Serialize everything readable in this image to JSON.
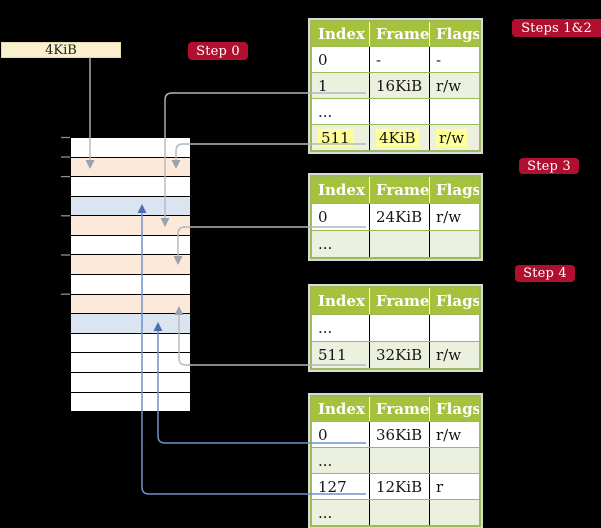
{
  "colors": {
    "background": "#000000",
    "table_header_green": "#a5c13e",
    "table_row_green": "#ebf1de",
    "table_border_olive": "#9bbb59",
    "memory_row_peach": "#fde9d9",
    "memory_row_blue": "#dbe5f1",
    "legend_cream": "#fbf0ce",
    "badge_red": "#b00f2f",
    "highlight_yellow": "#ffff99",
    "gray_arrow": "#b4b8bc",
    "blue_arrow": "#6f92c8"
  },
  "legend_box": {
    "label": "4KiB"
  },
  "badges": {
    "step0": "Step 0",
    "steps12": "Steps 1&2",
    "step3": "Step 3",
    "step4": "Step 4"
  },
  "memory_column": {
    "rows": [
      "white",
      "peach",
      "white",
      "blue",
      "peach",
      "white",
      "peach",
      "white",
      "peach",
      "blue",
      "white",
      "white",
      "white",
      "white"
    ]
  },
  "tables": [
    {
      "name": "page-table-steps-1-2",
      "columns": [
        "Index",
        "Frame",
        "Flags"
      ],
      "rows": [
        {
          "index": "0",
          "frame": "-",
          "flags": "-",
          "shaded": false,
          "highlighted": false
        },
        {
          "index": "1",
          "frame": "16KiB",
          "flags": "r/w",
          "shaded": true,
          "highlighted": false
        },
        {
          "index": "...",
          "frame": "",
          "flags": "",
          "shaded": false,
          "highlighted": false
        },
        {
          "index": "511",
          "frame": "4KiB",
          "flags": "r/w",
          "shaded": true,
          "highlighted": true
        }
      ]
    },
    {
      "name": "page-table-step-3",
      "columns": [
        "Index",
        "Frame",
        "Flags"
      ],
      "rows": [
        {
          "index": "0",
          "frame": "24KiB",
          "flags": "r/w",
          "shaded": false,
          "highlighted": false
        },
        {
          "index": "...",
          "frame": "",
          "flags": "",
          "shaded": true,
          "highlighted": false
        }
      ]
    },
    {
      "name": "page-table-step-4",
      "columns": [
        "Index",
        "Frame",
        "Flags"
      ],
      "rows": [
        {
          "index": "...",
          "frame": "",
          "flags": "",
          "shaded": false,
          "highlighted": false
        },
        {
          "index": "511",
          "frame": "32KiB",
          "flags": "r/w",
          "shaded": true,
          "highlighted": false
        }
      ]
    },
    {
      "name": "page-table-final",
      "columns": [
        "Index",
        "Frame",
        "Flags"
      ],
      "rows": [
        {
          "index": "0",
          "frame": "36KiB",
          "flags": "r/w",
          "shaded": false,
          "highlighted": false
        },
        {
          "index": "...",
          "frame": "",
          "flags": "",
          "shaded": true,
          "highlighted": false
        },
        {
          "index": "127",
          "frame": "12KiB",
          "flags": "r",
          "shaded": false,
          "highlighted": false
        },
        {
          "index": "...",
          "frame": "",
          "flags": "",
          "shaded": true,
          "highlighted": false
        }
      ]
    }
  ]
}
